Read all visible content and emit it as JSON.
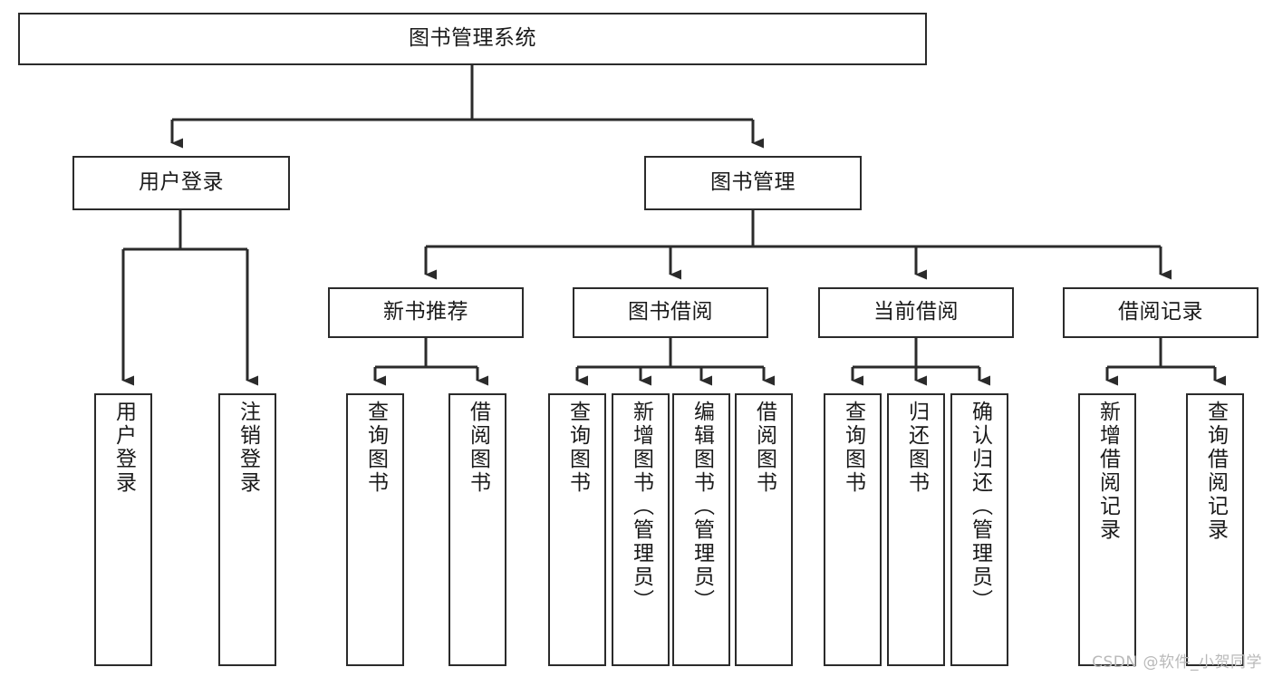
{
  "diagram": {
    "type": "tree",
    "title": "图书管理系统",
    "watermark": "CSDN @软件_小贺同学",
    "colors": {
      "box_border": "#2b2b2b",
      "box_fill": "#ffffff",
      "connector": "#2b2b2b",
      "text": "#1a1a1a",
      "watermark": "#b9b9b9"
    },
    "nodes": {
      "root": {
        "label": "图书管理系统"
      },
      "level2": [
        {
          "id": "user-login",
          "label": "用户登录"
        },
        {
          "id": "book-manage",
          "label": "图书管理"
        }
      ],
      "level3": [
        {
          "id": "new-book-rec",
          "label": "新书推荐"
        },
        {
          "id": "book-borrow",
          "label": "图书借阅"
        },
        {
          "id": "current-borrow",
          "label": "当前借阅"
        },
        {
          "id": "borrow-record",
          "label": "借阅记录"
        }
      ],
      "leaves": {
        "user-login": [
          {
            "id": "leaf-user-login",
            "label": "用户登录"
          },
          {
            "id": "leaf-logout",
            "label": "注销登录"
          }
        ],
        "new-book-rec": [
          {
            "id": "leaf-query-book-1",
            "label": "查询图书"
          },
          {
            "id": "leaf-borrow-book-1",
            "label": "借阅图书"
          }
        ],
        "book-borrow": [
          {
            "id": "leaf-query-book-2",
            "label": "查询图书"
          },
          {
            "id": "leaf-add-book",
            "label": "新增图书（管理员）"
          },
          {
            "id": "leaf-edit-book",
            "label": "编辑图书（管理员）"
          },
          {
            "id": "leaf-borrow-book-2",
            "label": "借阅图书"
          }
        ],
        "current-borrow": [
          {
            "id": "leaf-query-book-3",
            "label": "查询图书"
          },
          {
            "id": "leaf-return-book",
            "label": "归还图书"
          },
          {
            "id": "leaf-confirm-return",
            "label": "确认归还（管理员）"
          }
        ],
        "borrow-record": [
          {
            "id": "leaf-add-record",
            "label": "新增借阅记录"
          },
          {
            "id": "leaf-query-record",
            "label": "查询借阅记录"
          }
        ]
      }
    }
  }
}
